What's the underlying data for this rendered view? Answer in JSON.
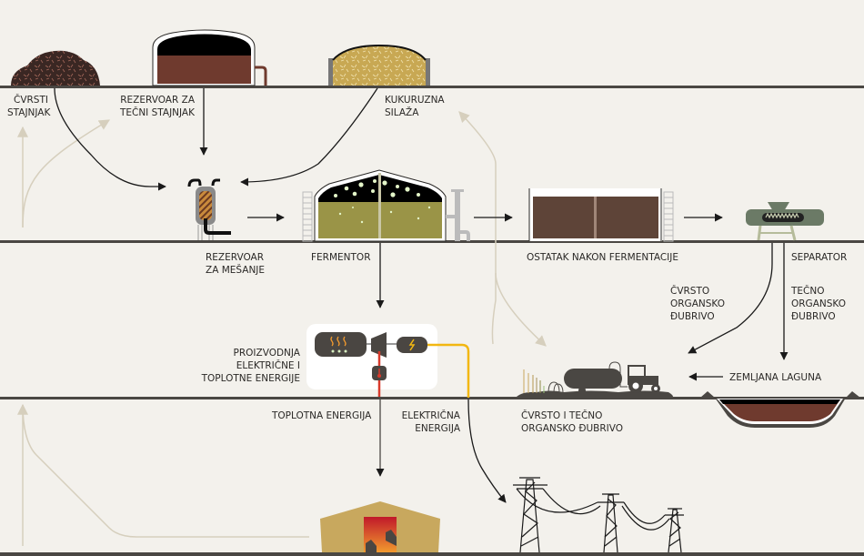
{
  "diagram": {
    "title": "Biogas plant process flow",
    "colors": {
      "background": "#f3f1ec",
      "ground_line": "#4a4743",
      "flow_arrow": "#1a1a1a",
      "return_arrow": "#d6cfbd",
      "manure": "#3a2723",
      "liquid_manure": "#6f3a2e",
      "silage": "#c8a853",
      "fermentor_liquid": "#9a9447",
      "digestate": "#5e4438",
      "separator": "#6b7a66",
      "chp_unit": "#4a4642",
      "heat_line": "#d93a2b",
      "electric_line": "#f2b711",
      "barn": "#c8a85e"
    },
    "labels": {
      "solid_manure": "ČVRSTI\nSTAJNJAK",
      "liquid_manure_tank": "REZERVOAR ZA\nTEČNI STAJNJAK",
      "corn_silage": "KUKURUZNA\nSILAŽA",
      "mixing_tank": "REZERVOAR\nZA MEŠANJE",
      "fermentor": "FERMENTOR",
      "digestate": "OSTATAK NAKON FERMENTACIJE",
      "separator": "SEPARATOR",
      "solid_fertilizer": "ČVRSTO\nORGANSKO\nĐUBRIVO",
      "liquid_fertilizer": "TEČNO\nORGANSKO\nĐUBRIVO",
      "chp": "PROIZVODNJA\nELEKTRIČNE I\nTOPLOTNE ENERGIJE",
      "earth_lagoon": "ZEMLJANA LAGUNA",
      "heat_energy": "TOPLOTNA ENERGIJA",
      "electric_energy": "ELEKTRIČNA\nENERGIJA",
      "solid_liquid_fertilizer": "ČVRSTO I TEČNO\nORGANSKO ĐUBRIVO"
    },
    "icons": {
      "heat": "heat-waves-icon",
      "electricity": "lightning-icon",
      "thermometer": "thermometer-icon"
    }
  }
}
